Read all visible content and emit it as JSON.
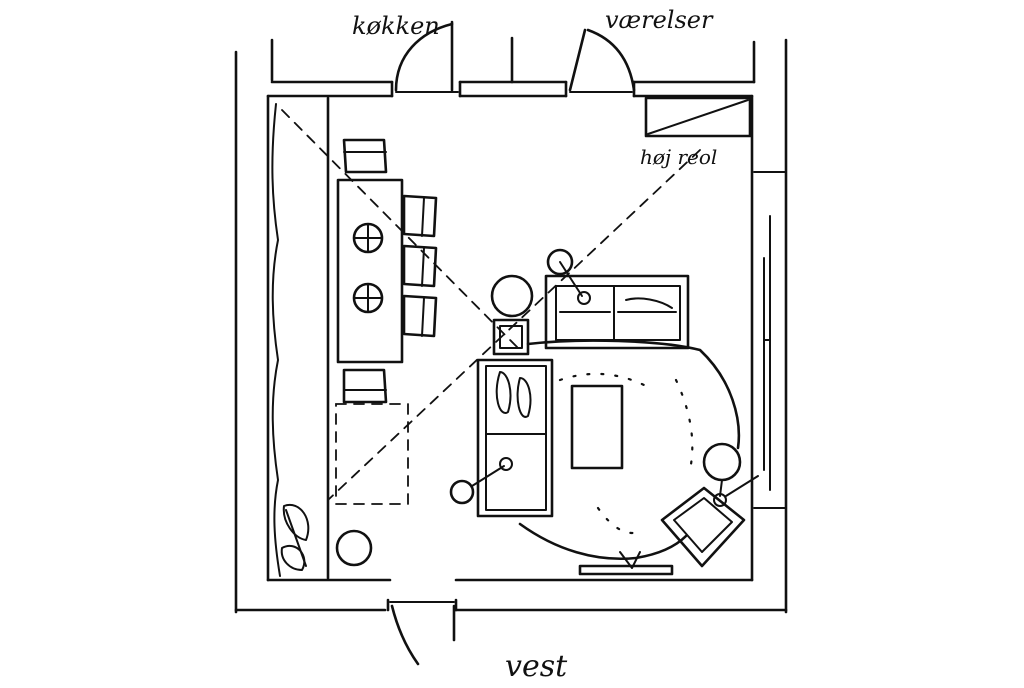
{
  "labels": {
    "kitchen": "køkken",
    "rooms": "værelser",
    "high_cabinet": "høj reol",
    "west": "vest"
  }
}
